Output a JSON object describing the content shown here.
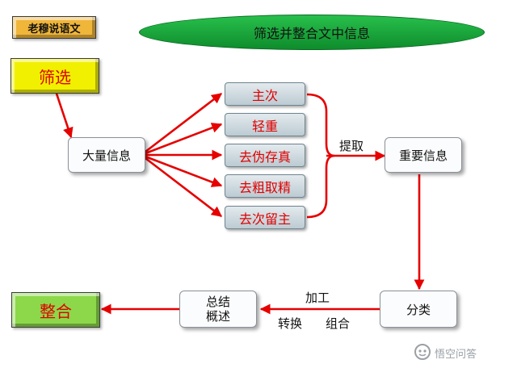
{
  "header": {
    "badge": "老穆说语文",
    "title": "筛选并整合文中信息"
  },
  "nodes": {
    "filter": "筛选",
    "bulk_info": "大量信息",
    "methods": [
      "主次",
      "轻重",
      "去伪存真",
      "去粗取精",
      "去次留主"
    ],
    "extract_label": "提取",
    "key_info": "重要信息",
    "classify": "分类",
    "process_label": "加工",
    "transform_label": "转换",
    "combine_label": "组合",
    "summary_line1": "总结",
    "summary_line2": "概述",
    "integrate": "整合"
  },
  "watermark": {
    "text": "悟空问答"
  },
  "colors": {
    "arrow": "#e60000",
    "filter_fill": "#f0f000",
    "integrate_fill": "#8cd84a",
    "title_fill": "#1aaa3c"
  }
}
